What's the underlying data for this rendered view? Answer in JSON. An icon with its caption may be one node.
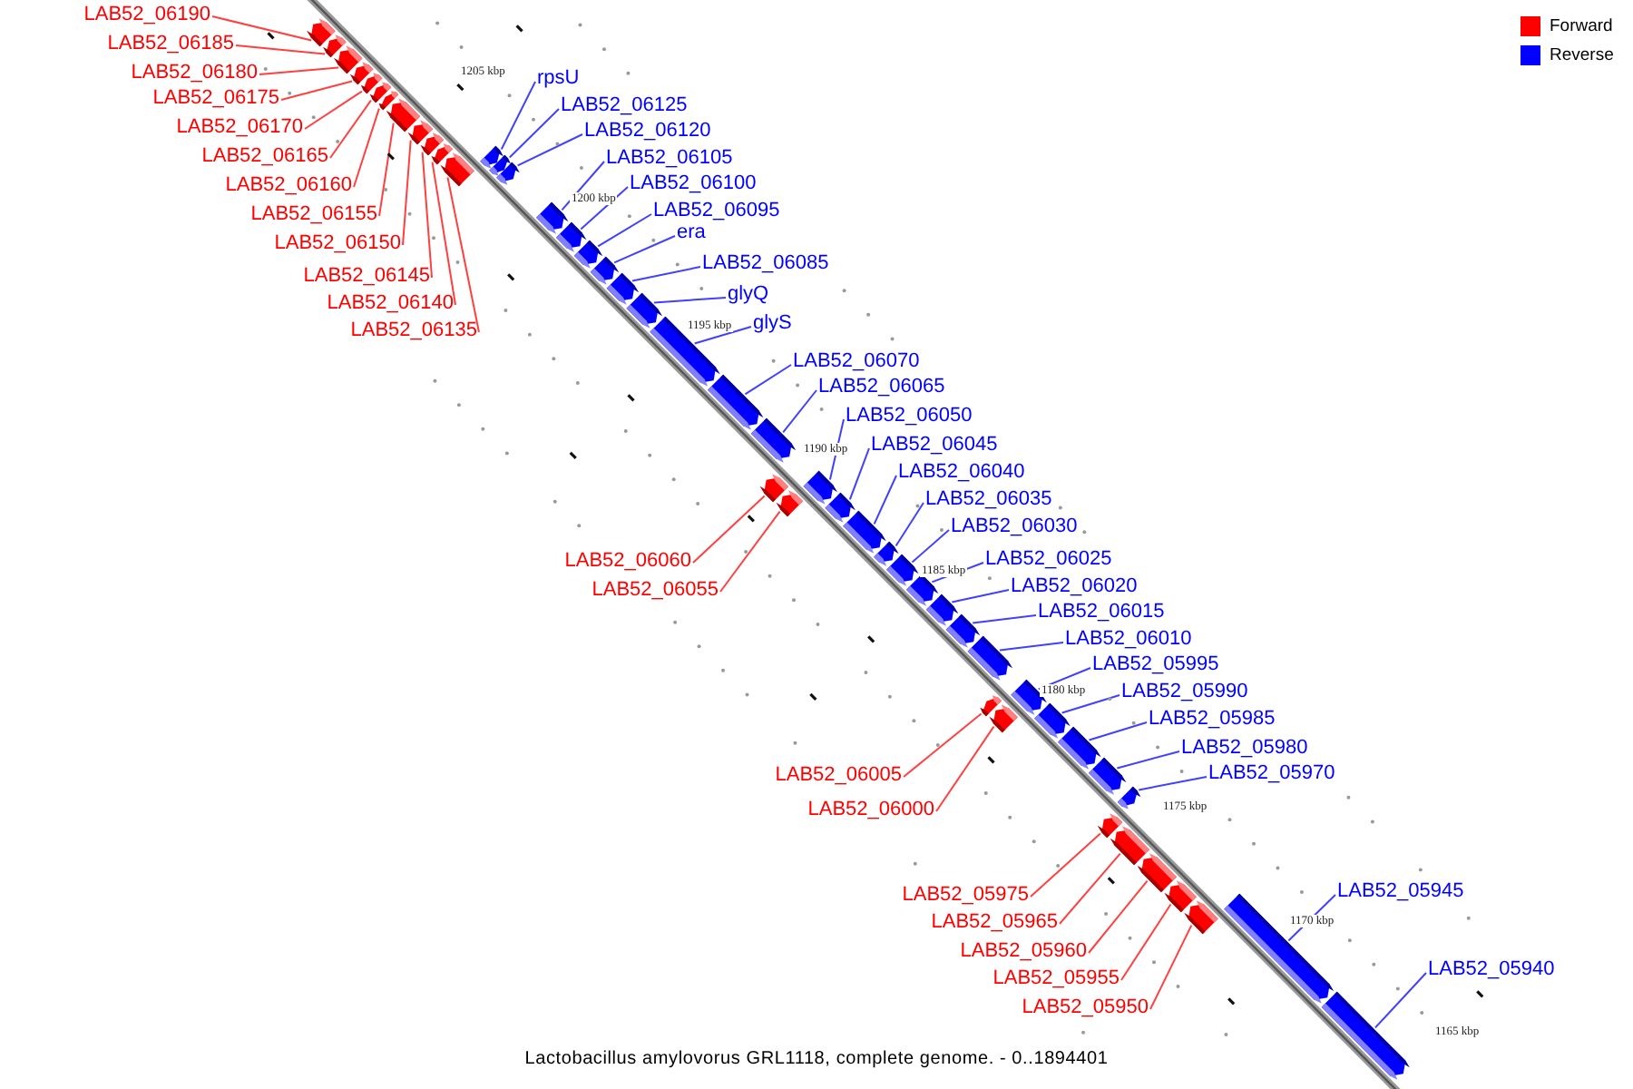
{
  "diagram": {
    "caption": "Lactobacillus amylovorus GRL1118, complete genome. - 0..1894401",
    "nodes": [
      {
        "text": [
          "LAB52_06190"
        ]
      },
      {
        "text": [
          "LAB52_06185"
        ]
      },
      {
        "text": [
          "LAB52_06180"
        ]
      },
      {
        "text": [
          "LAB52_06175"
        ]
      },
      {
        "text": [
          "LAB52_06170"
        ]
      },
      {
        "text": [
          "LAB52_06165"
        ]
      },
      {
        "text": [
          "LAB52_06160"
        ]
      },
      {
        "text": [
          "LAB52_06155"
        ]
      },
      {
        "text": [
          "LAB52_06150"
        ]
      },
      {
        "text": [
          "LAB52_06145"
        ]
      },
      {
        "text": [
          "LAB52_06140"
        ]
      },
      {
        "text": [
          "LAB52_06135"
        ]
      },
      {
        "text": [
          "rpsU"
        ]
      },
      {
        "text": [
          "LAB52_06125"
        ]
      },
      {
        "text": [
          "LAB52_06120"
        ]
      },
      {
        "text": [
          "LAB52_06105"
        ]
      },
      {
        "text": [
          "LAB52_06100"
        ]
      },
      {
        "text": [
          "LAB52_06095"
        ]
      },
      {
        "text": [
          "era"
        ]
      },
      {
        "text": [
          "LAB52_06085"
        ]
      },
      {
        "text": [
          "glyQ"
        ]
      },
      {
        "text": [
          "glyS"
        ]
      },
      {
        "text": [
          "LAB52_06070"
        ]
      },
      {
        "text": [
          "LAB52_06065"
        ]
      },
      {
        "text": [
          "LAB52_06050"
        ]
      },
      {
        "text": [
          "LAB52_06045"
        ]
      },
      {
        "text": [
          "LAB52_06040"
        ]
      },
      {
        "text": [
          "LAB52_06035"
        ]
      },
      {
        "text": [
          "LAB52_06030"
        ]
      },
      {
        "text": [
          "LAB52_06025"
        ]
      },
      {
        "text": [
          "LAB52_06020"
        ]
      },
      {
        "text": [
          "LAB52_06015"
        ]
      },
      {
        "text": [
          "LAB52_06010"
        ]
      },
      {
        "text": [
          "LAB52_06060"
        ]
      },
      {
        "text": [
          "LAB52_06055"
        ]
      },
      {
        "text": [
          "LAB52_05995"
        ]
      },
      {
        "text": [
          "LAB52_05990"
        ]
      },
      {
        "text": [
          "LAB52_05985"
        ]
      },
      {
        "text": [
          "LAB52_05980"
        ]
      },
      {
        "text": [
          "LAB52_05970"
        ]
      },
      {
        "text": [
          "LAB52_06005"
        ]
      },
      {
        "text": [
          "LAB52_06000"
        ]
      },
      {
        "text": [
          "LAB52_05975"
        ]
      },
      {
        "text": [
          "LAB52_05965"
        ]
      },
      {
        "text": [
          "LAB52_05960"
        ]
      },
      {
        "text": [
          "LAB52_05955"
        ]
      },
      {
        "text": [
          "LAB52_05950"
        ]
      },
      {
        "text": [
          "LAB52_05945"
        ]
      },
      {
        "text": [
          "LAB52_05940"
        ]
      },
      {
        "text": [],
        "shape": "arrow"
      },
      {
        "text": [],
        "shape": "arrow"
      },
      {
        "text": [],
        "shape": "arrow"
      },
      {
        "text": [],
        "shape": "arrow"
      },
      {
        "text": [],
        "shape": "arrow"
      },
      {
        "text": [],
        "shape": "arrow"
      },
      {
        "text": [],
        "shape": "arrow"
      },
      {
        "text": [],
        "shape": "arrow"
      },
      {
        "text": [],
        "shape": "arrow"
      },
      {
        "text": [],
        "shape": "arrow"
      },
      {
        "text": [],
        "shape": "arrow"
      },
      {
        "text": [],
        "shape": "arrow"
      },
      {
        "text": [],
        "shape": "arrow"
      },
      {
        "text": [],
        "shape": "arrow"
      },
      {
        "text": [],
        "shape": "arrow"
      },
      {
        "text": [],
        "shape": "arrow"
      },
      {
        "text": [],
        "shape": "arrow"
      },
      {
        "text": [],
        "shape": "arrow"
      },
      {
        "text": [],
        "shape": "arrow"
      },
      {
        "text": [],
        "shape": "arrow"
      },
      {
        "text": [],
        "shape": "arrow"
      },
      {
        "text": [],
        "shape": "arrow"
      },
      {
        "text": [],
        "shape": "arrow"
      },
      {
        "text": [],
        "shape": "arrow"
      },
      {
        "text": [],
        "shape": "arrow"
      },
      {
        "text": [],
        "shape": "arrow"
      },
      {
        "text": [],
        "shape": "arrow"
      },
      {
        "text": [],
        "shape": "arrow"
      },
      {
        "text": [],
        "shape": "arrow"
      },
      {
        "text": [],
        "shape": "arrow"
      },
      {
        "text": [],
        "shape": "arrow"
      },
      {
        "text": [],
        "shape": "arrow"
      },
      {
        "text": [],
        "shape": "arrow"
      },
      {
        "text": [],
        "shape": "arrow"
      },
      {
        "text": [],
        "shape": "arrow"
      },
      {
        "text": [],
        "shape": "arrow"
      },
      {
        "text": [],
        "shape": "arrow"
      },
      {
        "text": [],
        "shape": "arrow"
      },
      {
        "text": [],
        "shape": "arrow"
      },
      {
        "text": [],
        "shape": "arrow"
      },
      {
        "text": [],
        "shape": "arrow"
      },
      {
        "text": [],
        "shape": "arrow"
      },
      {
        "text": [],
        "shape": "arrow"
      },
      {
        "text": [],
        "shape": "arrow"
      },
      {
        "text": [],
        "shape": "arrow"
      },
      {
        "text": [],
        "shape": "arrow"
      },
      {
        "text": [],
        "shape": "arrow"
      },
      {
        "text": [],
        "shape": "arrow"
      },
      {
        "text": [],
        "shape": "arrow"
      }
    ],
    "edges": [
      {
        "from": 0,
        "to": 49,
        "arrow": "none",
        "color": "#ff0000"
      },
      {
        "from": 1,
        "to": 50,
        "arrow": "none",
        "color": "#ff0000"
      },
      {
        "from": 2,
        "to": 51,
        "arrow": "none",
        "color": "#ff0000"
      },
      {
        "from": 3,
        "to": 52,
        "arrow": "none",
        "color": "#ff0000"
      },
      {
        "from": 4,
        "to": 53,
        "arrow": "none",
        "color": "#ff0000"
      },
      {
        "from": 5,
        "to": 54,
        "arrow": "none",
        "color": "#ff0000"
      },
      {
        "from": 6,
        "to": 55,
        "arrow": "none",
        "color": "#ff0000"
      },
      {
        "from": 7,
        "to": 56,
        "arrow": "none",
        "color": "#ff0000"
      },
      {
        "from": 8,
        "to": 57,
        "arrow": "none",
        "color": "#ff0000"
      },
      {
        "from": 9,
        "to": 58,
        "arrow": "none",
        "color": "#ff0000"
      },
      {
        "from": 10,
        "to": 59,
        "arrow": "none",
        "color": "#ff0000"
      },
      {
        "from": 11,
        "to": 60,
        "arrow": "none",
        "color": "#ff0000"
      },
      {
        "from": 12,
        "to": 61,
        "arrow": "none"
      },
      {
        "from": 13,
        "to": 62,
        "arrow": "none"
      },
      {
        "from": 14,
        "to": 63,
        "arrow": "none"
      },
      {
        "from": 15,
        "to": 64,
        "arrow": "none"
      },
      {
        "from": 16,
        "to": 65,
        "arrow": "none"
      },
      {
        "from": 17,
        "to": 66,
        "arrow": "none"
      },
      {
        "from": 18,
        "to": 67,
        "arrow": "none"
      },
      {
        "from": 19,
        "to": 68,
        "arrow": "none"
      },
      {
        "from": 20,
        "to": 69,
        "arrow": "none"
      },
      {
        "from": 21,
        "to": 70,
        "arrow": "none"
      },
      {
        "from": 22,
        "to": 71,
        "arrow": "none"
      },
      {
        "from": 23,
        "to": 72,
        "arrow": "none"
      },
      {
        "from": 24,
        "to": 73,
        "arrow": "none"
      },
      {
        "from": 25,
        "to": 74,
        "arrow": "none"
      },
      {
        "from": 26,
        "to": 75,
        "arrow": "none"
      },
      {
        "from": 27,
        "to": 76,
        "arrow": "none"
      },
      {
        "from": 28,
        "to": 77,
        "arrow": "none"
      },
      {
        "from": 29,
        "to": 78,
        "arrow": "none"
      },
      {
        "from": 30,
        "to": 79,
        "arrow": "none"
      },
      {
        "from": 31,
        "to": 80,
        "arrow": "none"
      },
      {
        "from": 32,
        "to": 81,
        "arrow": "none"
      },
      {
        "from": 33,
        "to": 82,
        "arrow": "none",
        "color": "#ff0000"
      },
      {
        "from": 34,
        "to": 83,
        "arrow": "none",
        "color": "#ff0000"
      },
      {
        "from": 35,
        "to": 84,
        "arrow": "none"
      },
      {
        "from": 36,
        "to": 85,
        "arrow": "none"
      },
      {
        "from": 37,
        "to": 86,
        "arrow": "none"
      },
      {
        "from": 38,
        "to": 87,
        "arrow": "none"
      },
      {
        "from": 39,
        "to": 88,
        "arrow": "none"
      },
      {
        "from": 40,
        "to": 89,
        "arrow": "none",
        "color": "#ff0000"
      },
      {
        "from": 41,
        "to": 90,
        "arrow": "none",
        "color": "#ff0000"
      },
      {
        "from": 42,
        "to": 91,
        "arrow": "none",
        "color": "#ff0000"
      },
      {
        "from": 43,
        "to": 92,
        "arrow": "none",
        "color": "#ff0000"
      },
      {
        "from": 44,
        "to": 93,
        "arrow": "none",
        "color": "#ff0000"
      },
      {
        "from": 45,
        "to": 94,
        "arrow": "none",
        "color": "#ff0000"
      },
      {
        "from": 46,
        "to": 95,
        "arrow": "none",
        "color": "#ff0000"
      },
      {
        "from": 47,
        "to": 96,
        "arrow": "none"
      },
      {
        "from": 48,
        "to": 97,
        "arrow": "none"
      }
    ],
    "labels": [
      "1205 kbp",
      "1200 kbp",
      "1195 kbp",
      "1190 kbp",
      "1185 kbp",
      "1180 kbp",
      "1175 kbp",
      "1170 kbp",
      "1165 kbp"
    ],
    "legend": [
      {
        "text": "Forward",
        "color": "#ff0000"
      },
      {
        "text": "Reverse",
        "color": "#0000ff"
      }
    ]
  }
}
